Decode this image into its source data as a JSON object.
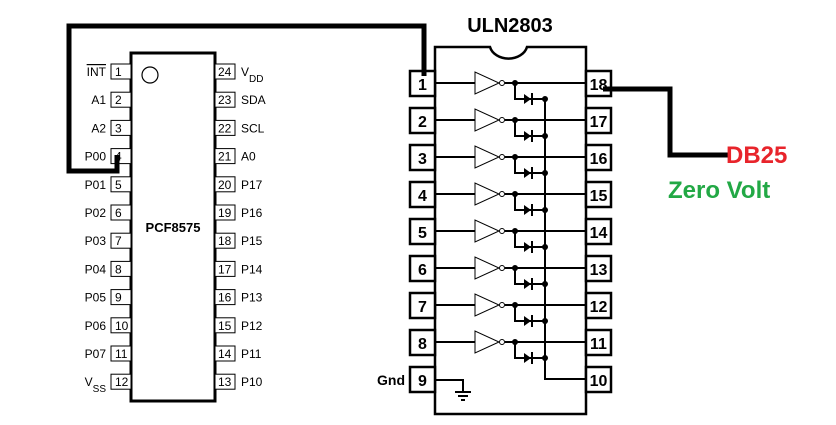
{
  "pcf8575": {
    "title": "PCF8575",
    "left_pins": [
      {
        "num": "1",
        "label": "INT",
        "overline": true
      },
      {
        "num": "2",
        "label": "A1"
      },
      {
        "num": "3",
        "label": "A2"
      },
      {
        "num": "4",
        "label": "P00"
      },
      {
        "num": "5",
        "label": "P01"
      },
      {
        "num": "6",
        "label": "P02"
      },
      {
        "num": "7",
        "label": "P03"
      },
      {
        "num": "8",
        "label": "P04"
      },
      {
        "num": "9",
        "label": "P05"
      },
      {
        "num": "10",
        "label": "P06"
      },
      {
        "num": "11",
        "label": "P07"
      },
      {
        "num": "12",
        "label": "V",
        "sub": "SS"
      }
    ],
    "right_pins": [
      {
        "num": "24",
        "label": "V",
        "sub": "DD"
      },
      {
        "num": "23",
        "label": "SDA"
      },
      {
        "num": "22",
        "label": "SCL"
      },
      {
        "num": "21",
        "label": "A0"
      },
      {
        "num": "20",
        "label": "P17"
      },
      {
        "num": "19",
        "label": "P16"
      },
      {
        "num": "18",
        "label": "P15"
      },
      {
        "num": "17",
        "label": "P14"
      },
      {
        "num": "16",
        "label": "P13"
      },
      {
        "num": "15",
        "label": "P12"
      },
      {
        "num": "14",
        "label": "P11"
      },
      {
        "num": "13",
        "label": "P10"
      }
    ]
  },
  "uln2803": {
    "title": "ULN2803",
    "left_pins": [
      "1",
      "2",
      "3",
      "4",
      "5",
      "6",
      "7",
      "8",
      "9"
    ],
    "right_pins": [
      "18",
      "17",
      "16",
      "15",
      "14",
      "13",
      "12",
      "11",
      "10"
    ],
    "gnd_label": "Gnd"
  },
  "annotations": {
    "db25": {
      "text": "DB25",
      "color": "#e8242b"
    },
    "zero_volt": {
      "text": "Zero Volt",
      "color": "#22a845"
    }
  },
  "wires": [
    {
      "from": "PCF8575 pin 4 (P00)",
      "to": "ULN2803 pin 1"
    },
    {
      "from": "ULN2803 pin 18",
      "to": "DB25"
    }
  ]
}
